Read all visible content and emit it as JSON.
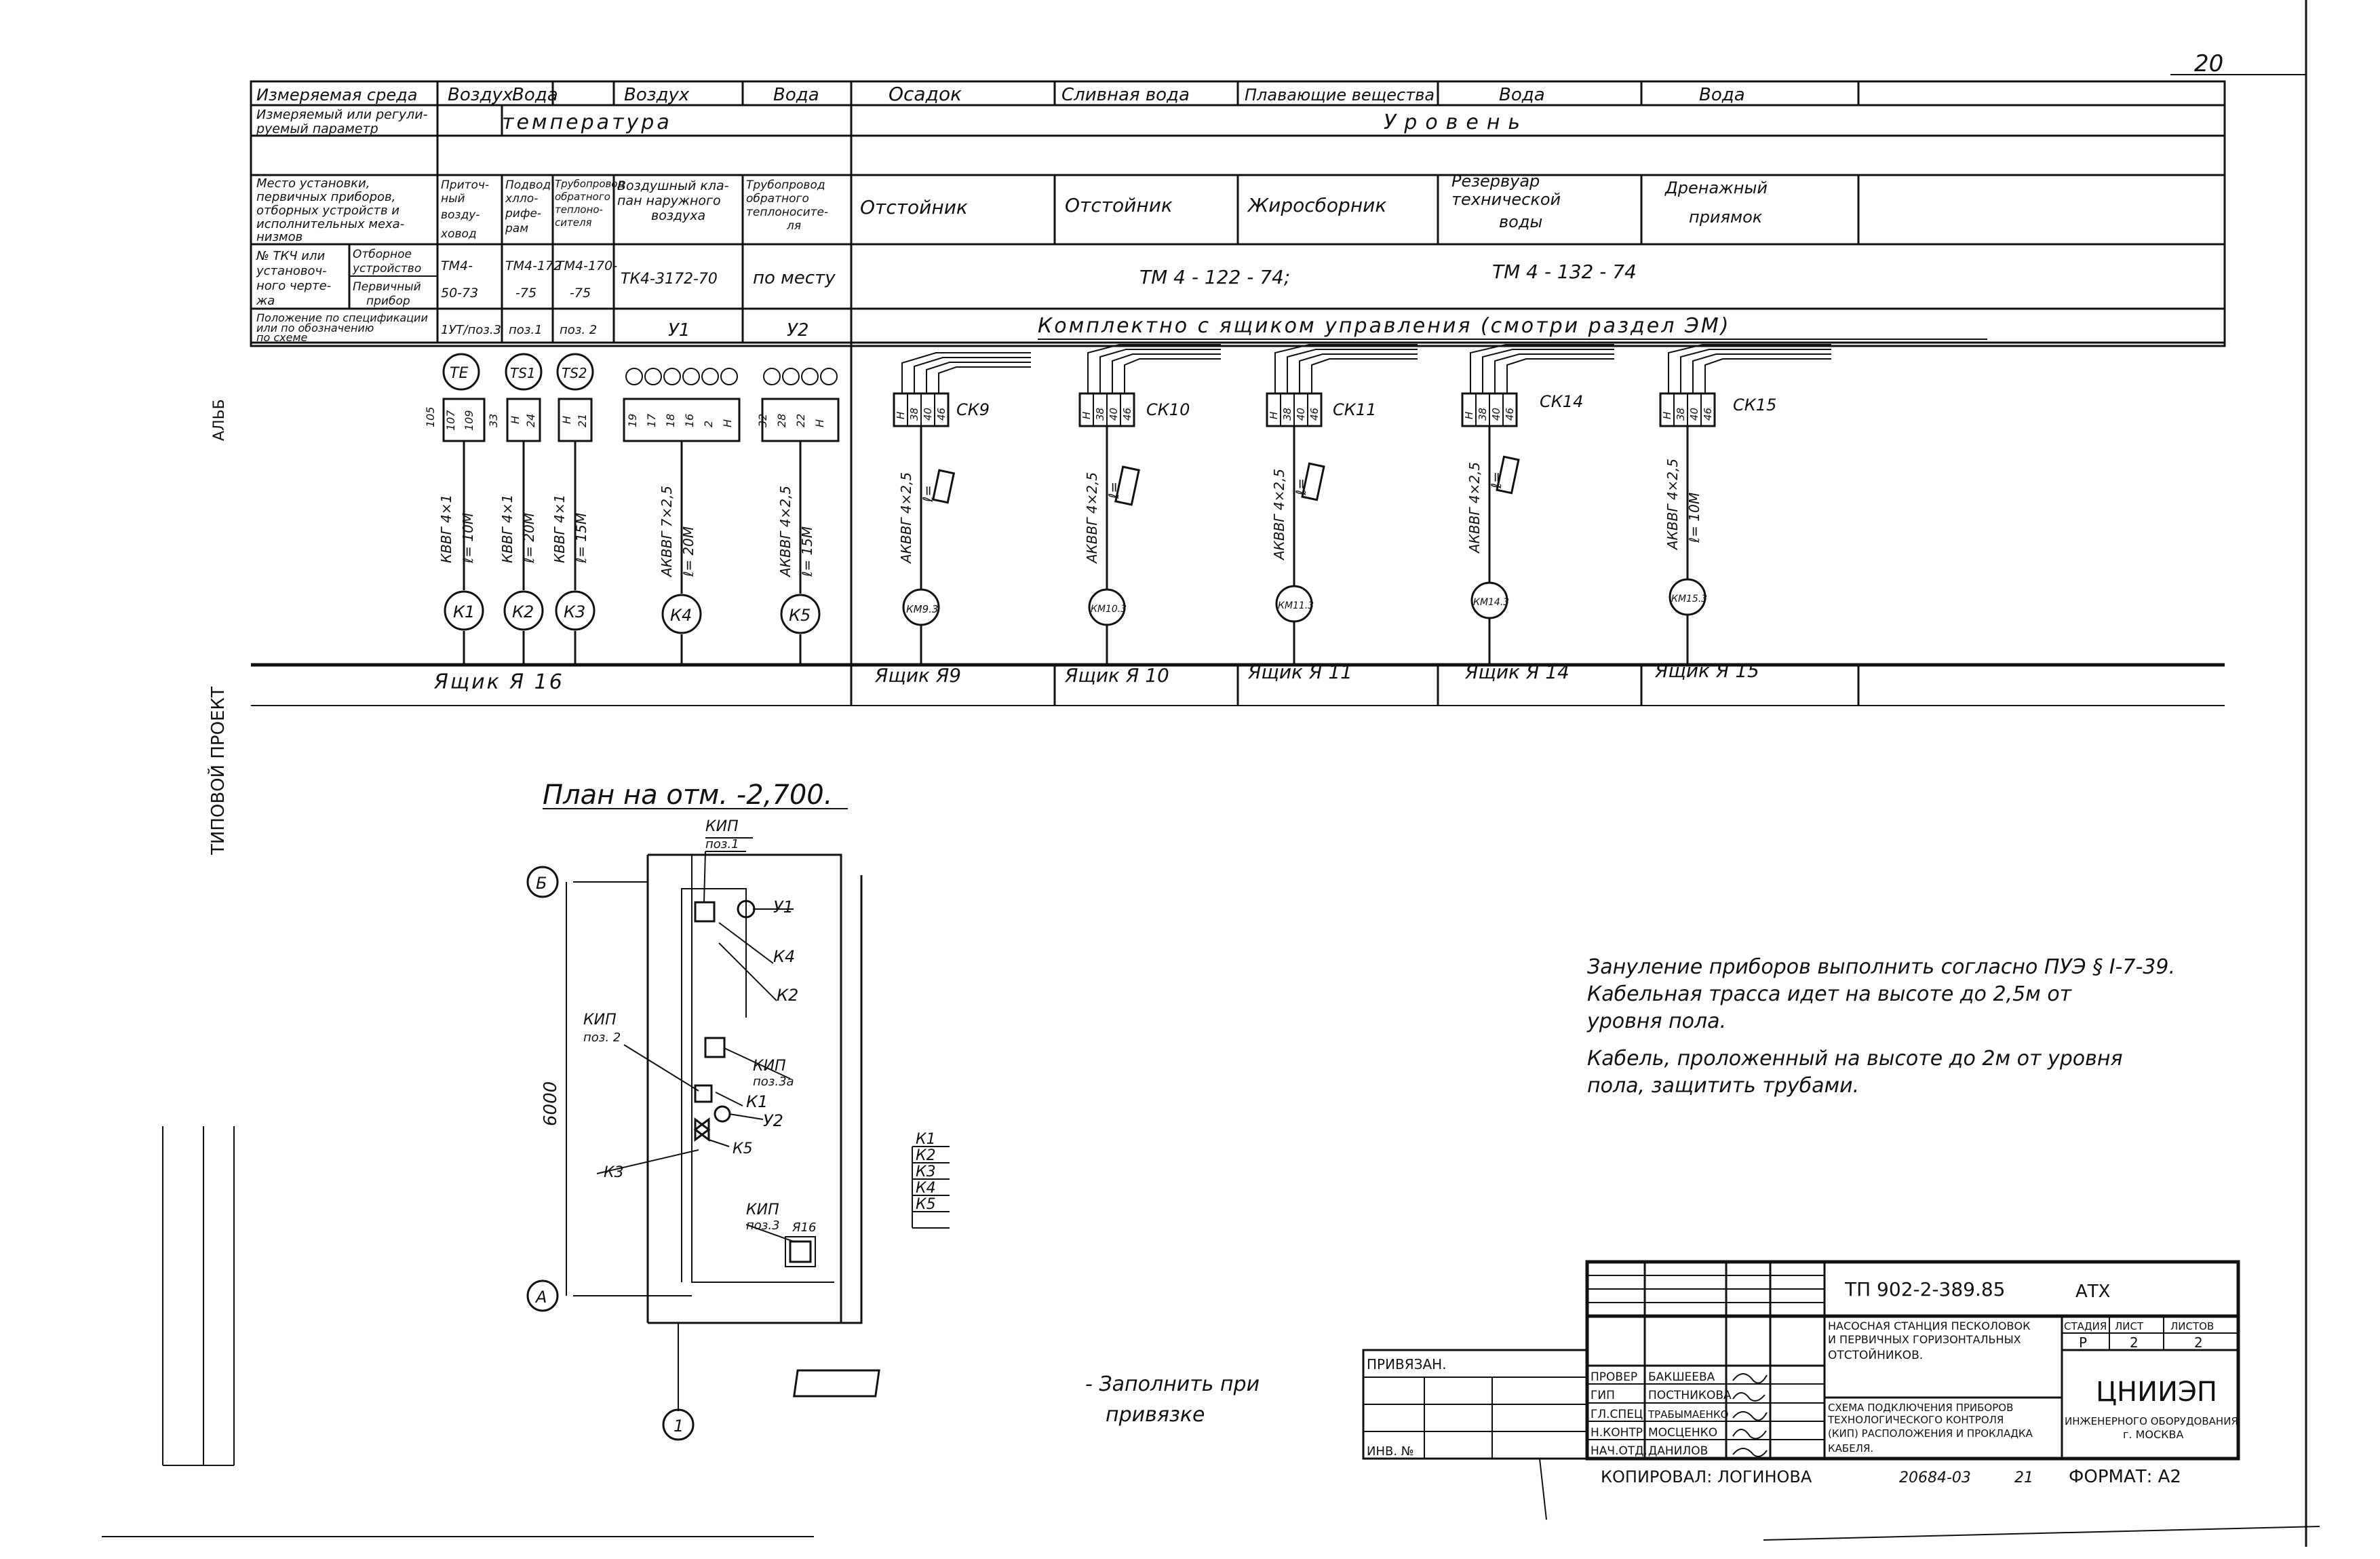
{
  "sheet_number": "20",
  "header": {
    "row_labels": {
      "medium": "Измеряемая среда",
      "parameter_1": "Измеряемый или регули-",
      "parameter_2": "руемый параметр",
      "place_1": "Место установки,",
      "place_2": "первичных приборов,",
      "place_3": "отборных устройств и",
      "place_4": "исполнительных меха-",
      "place_5": "низмов",
      "tk_1": "№ ТКЧ или",
      "tk_2": "установоч-",
      "tk_3": "ного черте-",
      "tk_4": "жа",
      "tk_sub_1": "Отборное",
      "tk_sub_2": "устройство",
      "tk_sub_3": "Первичный",
      "tk_sub_4": "прибор",
      "pos_1": "Положение по спецификации",
      "pos_2": "или по обозначению",
      "pos_3": "по схеме"
    },
    "media": [
      "Воздух",
      "Вода",
      "Воздух",
      "Вода",
      "Осадок",
      "Сливная вода",
      "Плавающие вещества",
      "Вода",
      "Вода"
    ],
    "param_temperature": "температура",
    "param_level": "Уровень",
    "places": {
      "p1_1": "Приточ-",
      "p1_2": "ный",
      "p1_3": "возду-",
      "p1_4": "ховод",
      "p2_1": "Подвод",
      "p2_2": "хлло-",
      "p2_3": "рифе-",
      "p2_4": "рам",
      "p3_1": "Трубопровод",
      "p3_2": "обратного",
      "p3_3": "теплоно-",
      "p3_4": "сителя",
      "p4_1": "Воздушный кла-",
      "p4_2": "пан наружного",
      "p4_3": "воздуха",
      "p5_1": "Трубопровод",
      "p5_2": "обратного",
      "p5_3": "теплоносите-",
      "p5_4": "ля",
      "p6": "Отстойник",
      "p7": "Отстойник",
      "p8": "Жиросборник",
      "p9_1": "Резервуар",
      "p9_2": "технической",
      "p9_3": "воды",
      "p10_1": "Дренажный",
      "p10_2": "приямок"
    },
    "tk": {
      "c1_1": "ТМ4-",
      "c1_2": "50-73",
      "c2_1": "ТМ4-172",
      "c2_2": "-75",
      "c3_1": "ТМ4-170-",
      "c3_2": "-75",
      "c4": "ТК4-3172-70",
      "c5": "по месту",
      "tm_122": "ТМ 4 - 122 - 74;",
      "tm_132": "ТМ 4 - 132 - 74"
    },
    "positions": {
      "c1": "1УТ/поз.3",
      "c2": "поз.1",
      "c3": "поз. 2",
      "c4": "У1",
      "c5": "У2",
      "komplekt": "Комплектно   с   ящиком      управления  (смотри  раздел  ЭМ)"
    }
  },
  "sensors": {
    "te": "ТЕ",
    "ts1": "TS1",
    "ts2": "TS2",
    "te_wires": [
      "105",
      "107",
      "109",
      "33"
    ],
    "ts1_wires": [
      "H",
      "24"
    ],
    "ts2_wires": [
      "H",
      "21"
    ],
    "u1_wires": [
      "19",
      "17",
      "18",
      "16",
      "2",
      "H"
    ],
    "u2_wires": [
      "32",
      "28",
      "22",
      "H"
    ]
  },
  "cables": [
    {
      "id": "К1",
      "spec": "КВВГ 4×1",
      "len": "ℓ= 10М"
    },
    {
      "id": "К2",
      "spec": "КВВГ 4×1",
      "len": "ℓ= 20М"
    },
    {
      "id": "К3",
      "spec": "КВВГ 4×1",
      "len": "ℓ= 15М"
    },
    {
      "id": "К4",
      "spec": "АКВВГ 7×2,5",
      "len": "ℓ= 20М"
    },
    {
      "id": "К5",
      "spec": "АКВВГ 4×2,5",
      "len": "ℓ= 15М"
    },
    {
      "id": "КМ9.3",
      "spec": "АКВВГ 4×2,5",
      "len": "ℓ="
    },
    {
      "id": "КМ10.3",
      "spec": "АКВВГ 4×2,5",
      "len": "ℓ="
    },
    {
      "id": "КМ11.3",
      "spec": "АКВВГ 4×2,5",
      "len": "ℓ="
    },
    {
      "id": "КМ14.3",
      "spec": "АКВВГ 4×2,5",
      "len": "ℓ="
    },
    {
      "id": "КМ15.3",
      "spec": "АКВВГ 4×2,5",
      "len": "ℓ= 10М"
    }
  ],
  "ck_blocks": [
    {
      "label": "СК9",
      "wires": [
        "H",
        "38",
        "40",
        "46"
      ]
    },
    {
      "label": "СК10",
      "wires": [
        "H",
        "38",
        "40",
        "46"
      ]
    },
    {
      "label": "СК11",
      "wires": [
        "H",
        "38",
        "40",
        "46"
      ]
    },
    {
      "label": "СК14",
      "wires": [
        "H",
        "38",
        "40",
        "46"
      ]
    },
    {
      "label": "СК15",
      "wires": [
        "H",
        "38",
        "40",
        "46"
      ]
    }
  ],
  "boxes": [
    "Ящик   Я 16",
    "Ящик   Я9",
    "Ящик   Я 10",
    "Ящик   Я 11",
    "Ящик   Я 14",
    "Ящик   Я 15"
  ],
  "plan": {
    "title": "План на отм. -2,700.",
    "axis_b": "Б",
    "axis_a": "А",
    "axis_1": "1",
    "dim": "6000",
    "kip_1": "КИП",
    "kip_1_pos": "поз.1",
    "kip_2": "КИП",
    "kip_2_pos": "поз. 2",
    "kip_3": "КИП",
    "kip_3_pos": "поз.3а",
    "kip_4": "КИП",
    "kip_4_pos": "поз.3",
    "u1": "У1",
    "u2": "У2",
    "k1": "К1",
    "k2": "К2",
    "k3": "К3",
    "k4": "К4",
    "k5": "К5",
    "ya16": "Я16",
    "bundle": [
      "К1",
      "К2",
      "К3",
      "К4",
      "К5"
    ]
  },
  "notes": [
    "Зануление приборов выполнить согласно ПУЭ § I-7-39.",
    "Кабельная трасса идет на высоте до 2,5м от",
    "уровня пола.",
    "Кабель, проложенный на высоте до 2м от уровня",
    "пола, защитить трубами."
  ],
  "legend": {
    "line1": "- Заполнить при",
    "line2": "привязке"
  },
  "title_block": {
    "code": "ТП 902-2-389.85",
    "section": "АТХ",
    "privyazan": "ПРИВЯЗАН.",
    "inv": "ИНВ. №",
    "roles": [
      "ПРОВЕР",
      "ГИП",
      "ГЛ.СПЕЦ",
      "Н.КОНТР",
      "НАЧ.ОТД."
    ],
    "names": [
      "БАКШЕЕВА",
      "ПОСТНИКОВА",
      "ТРАБЫМАЕНКО",
      "МОСЦЕНКО",
      "ДАНИЛОВ"
    ],
    "title_1": "НАСОСНАЯ СТАНЦИЯ ПЕСКОЛОВОК",
    "title_2": "И ПЕРВИЧНЫХ ГОРИЗОНТАЛЬНЫХ",
    "title_3": "ОТСТОЙНИКОВ.",
    "title_4": "СХЕМА ПОДКЛЮЧЕНИЯ ПРИБОРОВ",
    "title_5": "ТЕХНОЛОГИЧЕСКОГО КОНТРОЛЯ",
    "title_6": "(КИП) РАСПОЛОЖЕНИЯ И ПРОКЛАДКА",
    "title_7": "КАБЕЛЯ.",
    "stage_h": "СТАДИЯ",
    "sheet_h": "ЛИСТ",
    "sheets_h": "ЛИСТОВ",
    "stage": "Р",
    "sheet": "2",
    "sheets": "2",
    "org_1": "ЦНИИЭП",
    "org_2": "ИНЖЕНЕРНОГО ОБОРУДОВАНИЯ",
    "org_3": "г. МОСКВА",
    "copied": "КОПИРОВАЛ: ЛОГИНОВА",
    "order": "20684-03",
    "num": "21",
    "format": "ФОРМАТ: А2"
  },
  "side_labels": {
    "typical": "ТИПОВОЙ ПРОЕКТ",
    "alboм": "АЛЬБ"
  }
}
